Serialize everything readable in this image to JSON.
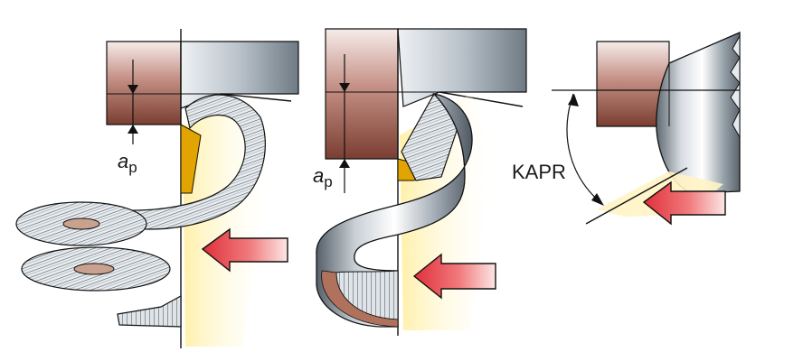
{
  "panels": [
    {
      "id": "panel-1",
      "depth_label": {
        "main": "a",
        "sub": "p"
      }
    },
    {
      "id": "panel-2",
      "depth_label": {
        "main": "a",
        "sub": "p"
      }
    },
    {
      "id": "panel-3",
      "angle_label": "KAPR"
    }
  ],
  "colors": {
    "workpiece_brown": "#8a4a3c",
    "workpiece_light": "#f3e7e4",
    "steel_dark": "#6d7780",
    "steel_light": "#f2f4f6",
    "chip_fill": "#e2a400",
    "glow": "#fff2b8",
    "arrow_red": "#e0303a",
    "line": "#111111"
  }
}
